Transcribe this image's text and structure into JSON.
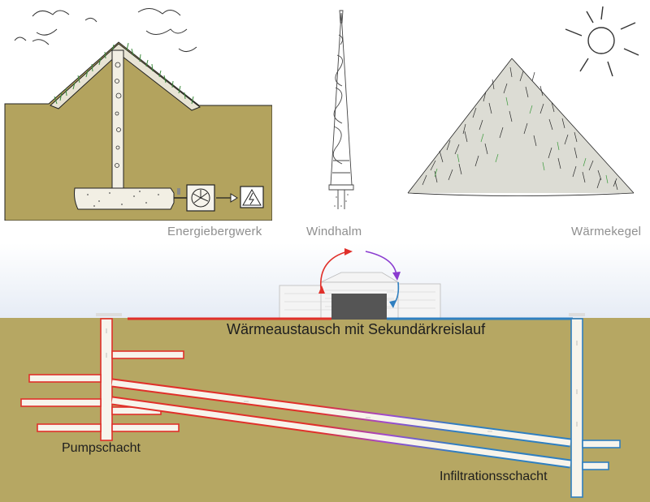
{
  "panels": {
    "energieberg": {
      "caption": "Energiebergwerk"
    },
    "windhalm": {
      "caption": "Windhalm"
    },
    "waermekegel": {
      "caption": "Wärmekegel"
    }
  },
  "bottom": {
    "exchange_label": "Wärmeaustausch mit Sekundärkreislauf",
    "pump_label": "Pumpschacht",
    "infiltration_label": "Infiltrationsschacht"
  },
  "colors": {
    "soil": "#b3a35e",
    "soil_light": "#bcae6e",
    "hot": "#e0302a",
    "cold": "#2f7fc0",
    "transition": "#a04ad0",
    "sky": "#eef2f8",
    "building": "#555555"
  },
  "icons": [
    "warning-icon",
    "sun-icon",
    "turbine-icon",
    "arrow-icon"
  ]
}
